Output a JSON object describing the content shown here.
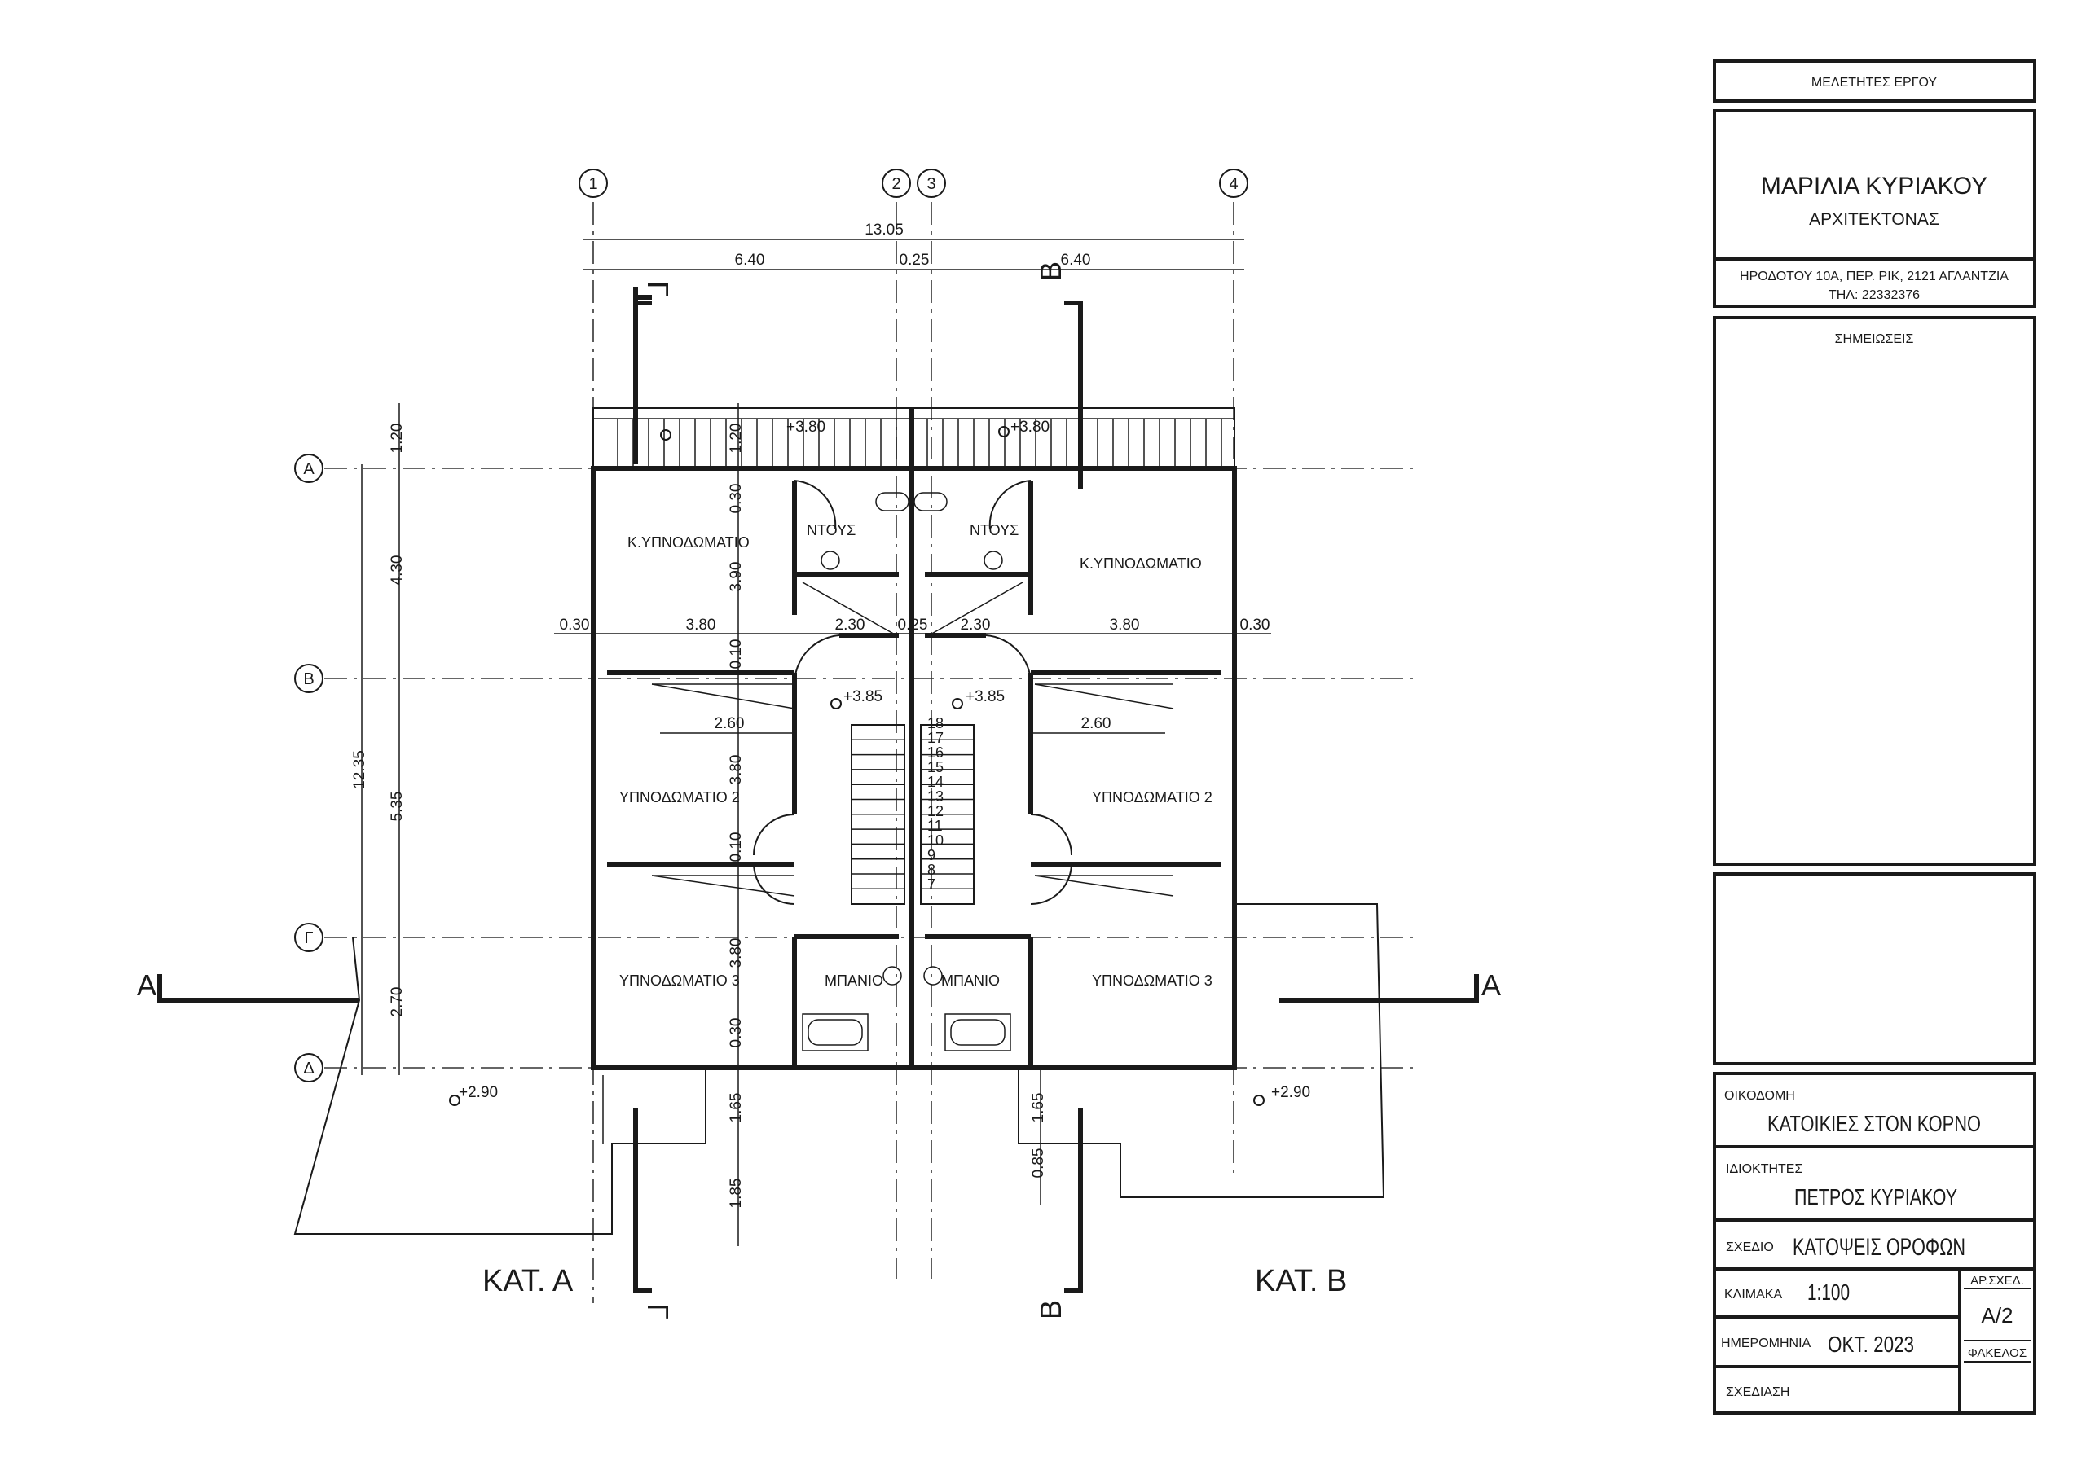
{
  "grid": {
    "cols": [
      "1",
      "2",
      "3",
      "4"
    ],
    "rows": [
      "Α",
      "Β",
      "Γ",
      "Δ"
    ]
  },
  "dims": {
    "overall": "13.05",
    "left": "6.40",
    "mid": "0.25",
    "right": "6.40",
    "h_row": [
      "0.30",
      "3.80",
      "2.30",
      "0.25",
      "2.30",
      "3.80",
      "0.30"
    ],
    "v_outer": [
      "1.20",
      "4.30",
      "5.35",
      "2.70"
    ],
    "v_total": "12.35",
    "v_inner": [
      "1.20",
      "0.30",
      "3.90",
      "0.10",
      "3.80",
      "0.10",
      "3.80",
      "0.30",
      "1.65",
      "1.85"
    ],
    "v_right": [
      "1.65",
      "0.85"
    ],
    "wardrobe": "2.60"
  },
  "levels": {
    "balcony": "+3.80",
    "landing": "+3.85",
    "terrace": "+2.90"
  },
  "rooms": {
    "master": "Κ.ΥΠΝΟΔΩΜΑΤΙΟ",
    "shower": "ΝΤΟΥΣ",
    "bed2": "ΥΠΝΟΔΩΜΑΤΙΟ 2",
    "bed3": "ΥΠΝΟΔΩΜΑΤΙΟ 3",
    "bath": "ΜΠΑΝΙΟ"
  },
  "stairs": [
    "18",
    "17",
    "16",
    "15",
    "14",
    "13",
    "12",
    "11",
    "10",
    "9",
    "8",
    "7"
  ],
  "sections": {
    "a": "A",
    "b": "B",
    "g": "Γ"
  },
  "units": {
    "a": "ΚΑΤ. Α",
    "b": "ΚΑΤ. Β"
  },
  "title_block": {
    "designers_label": "ΜΕΛΕΤΗΤΕΣ ΕΡΓΟΥ",
    "architect_name": "ΜΑΡΙΛΙΑ ΚΥΡΙΑΚΟΥ",
    "architect_role": "ΑΡΧΙΤΕΚΤΟΝΑΣ",
    "address": "ΗΡΟΔΟΤΟΥ 10Α, ΠΕΡ. ΡΙΚ, 2121 ΑΓΛΑΝΤΖΙΑ",
    "phone": "ΤΗΛ: 22332376",
    "notes_label": "ΣΗΜΕΙΩΣΕΙΣ",
    "building_label": "ΟΙΚΟΔΟΜΗ",
    "building": "ΚΑΤΟΙΚΙΕΣ  ΣΤΟΝ ΚΟΡΝΟ",
    "owners_label": "ΙΔΙΟΚΤΗΤΕΣ",
    "owners": "ΠΕΤΡΟΣ  ΚΥΡΙΑΚΟΥ",
    "drawing_label": "ΣΧΕΔΙΟ",
    "drawing": "ΚΑΤΟΨΕΙΣ  ΟΡΟΦΩΝ",
    "scale_label": "ΚΛΙΜΑΚΑ",
    "scale": "1:100",
    "date_label": "ΗΜΕΡΟΜΗΝΙΑ",
    "date": "ΟΚΤ.  2023",
    "drawn_label": "ΣΧΕΔΙΑΣΗ",
    "sheet_no_label": "ΑΡ.ΣΧΕΔ.",
    "sheet_no": "Α/2",
    "folder_label": "ΦΑΚΕΛΟΣ"
  }
}
